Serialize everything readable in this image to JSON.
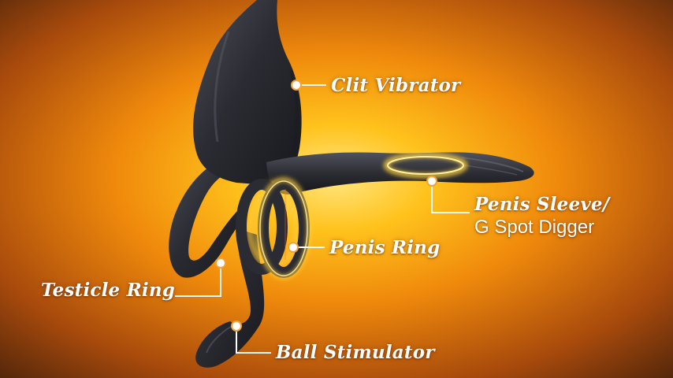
{
  "colors": {
    "background_center": "#ffd24a",
    "background_mid": "#f08a0c",
    "background_edge": "#3a1c0a",
    "product": "#2b2c33",
    "ring_glow": "#ffd54a",
    "leader_line": "#ffffff"
  },
  "labels": {
    "clit_vibrator": "Clit Vibrator",
    "penis_sleeve": "Penis Sleeve/",
    "g_spot_digger": "G Spot Digger",
    "penis_ring": "Penis Ring",
    "testicle_ring": "Testicle Ring",
    "ball_stimulator": "Ball Stimulator"
  }
}
